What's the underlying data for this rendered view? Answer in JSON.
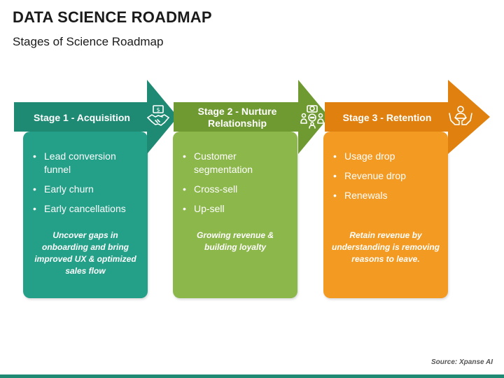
{
  "header": {
    "title": "DATA SCIENCE ROADMAP",
    "subtitle": "Stages of Science Roadmap"
  },
  "stages": [
    {
      "label": "Stage 1 - Acquisition",
      "icon": "money-handshake-icon",
      "color": "#1f8a74",
      "card_color": "#23a087",
      "bullets": [
        "Lead conversion funnel",
        "Early churn",
        "Early cancellations"
      ],
      "note": "Uncover gaps in onboarding and bring improved UX & optimized sales flow"
    },
    {
      "label": "Stage 2 - Nurture Relationship",
      "icon": "group-meeting-icon",
      "color": "#6f9a32",
      "card_color": "#8cb74a",
      "bullets": [
        "Customer segmentation",
        "Cross-sell",
        "Up-sell"
      ],
      "note": "Growing revenue & building loyalty"
    },
    {
      "label": "Stage 3 - Retention",
      "icon": "hands-person-icon",
      "color": "#e0810f",
      "card_color": "#f39a22",
      "bullets": [
        "Usage drop",
        "Revenue drop",
        "Renewals"
      ],
      "note": "Retain revenue by understanding is removing reasons to leave."
    }
  ],
  "footer": {
    "source": "Source: Xpanse AI",
    "bar_color": "#1f8a74"
  }
}
